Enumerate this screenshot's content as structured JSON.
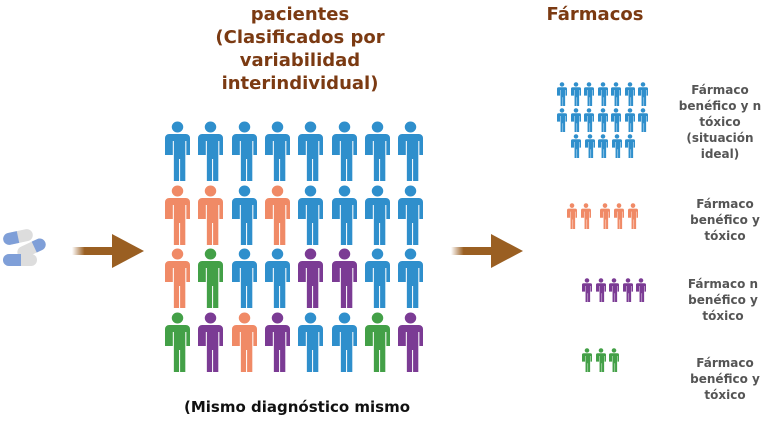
{
  "patients_title": [
    "pacientes",
    "(Clasificados por",
    "variabilidad",
    "interindividual)"
  ],
  "drugs_title": [
    "Fármacos"
  ],
  "colors": {
    "blue": "#2f8fcc",
    "orange": "#f08a66",
    "green": "#43a047",
    "purple": "#7b3b94",
    "arrow": "#9a5f22",
    "text": "#7b3a12"
  },
  "patient_grid": [
    [
      "blue",
      "blue",
      "blue",
      "blue",
      "blue",
      "blue",
      "blue",
      "blue"
    ],
    [
      "orange",
      "orange",
      "blue",
      "orange",
      "blue",
      "blue",
      "blue",
      "blue"
    ],
    [
      "orange",
      "green",
      "blue",
      "blue",
      "purple",
      "purple",
      "blue",
      "blue"
    ],
    [
      "green",
      "purple",
      "orange",
      "purple",
      "blue",
      "blue",
      "green",
      "purple"
    ]
  ],
  "groups": [
    {
      "color": "blue",
      "count": 19,
      "label": [
        "Fármaco",
        "benéfico y n",
        "tóxico",
        "(situación",
        "ideal)"
      ]
    },
    {
      "color": "orange",
      "count": 5,
      "label": [
        "Fármaco",
        "benéfico y",
        "tóxico"
      ]
    },
    {
      "color": "purple",
      "count": 5,
      "label": [
        "Fármaco n",
        "benéfico y",
        "tóxico"
      ]
    },
    {
      "color": "green",
      "count": 3,
      "label": [
        "Fármaco",
        "benéfico y",
        "tóxico"
      ]
    }
  ],
  "bottom_note": "(Mismo diagnóstico mismo",
  "pills_icon": "capsules-icon",
  "arrow_icon": "arrow-right-icon"
}
